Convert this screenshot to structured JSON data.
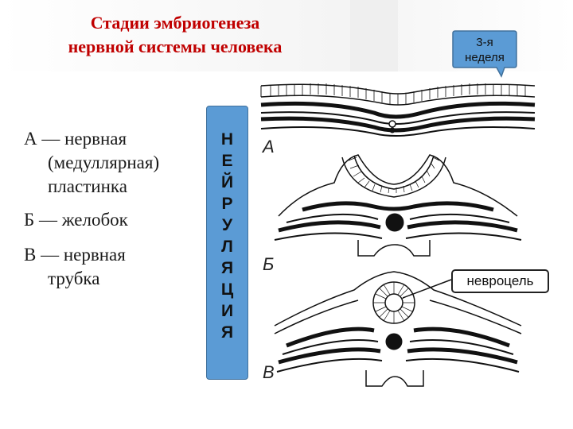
{
  "title": {
    "line1": "Стадии эмбриогенеза",
    "line2": "нервной системы человека"
  },
  "legend": [
    {
      "line1": "А — нервная",
      "line2": "(медуллярная)",
      "line3": "пластинка"
    },
    {
      "line1": "Б — желобок"
    },
    {
      "line1": "В — нервная",
      "line2": "трубка"
    }
  ],
  "vertical_label": [
    "Н",
    "Е",
    "Й",
    "Р",
    "У",
    "Л",
    "Я",
    "Ц",
    "И",
    "Я"
  ],
  "callout_week": {
    "line1": "3-я",
    "line2": "неделя"
  },
  "callout_neuro": "невроцель",
  "stage_letters": [
    "А",
    "Б",
    "В"
  ],
  "colors": {
    "title": "#c00000",
    "bar": "#5b9bd5",
    "callout_fill": "#5b9bd5"
  }
}
